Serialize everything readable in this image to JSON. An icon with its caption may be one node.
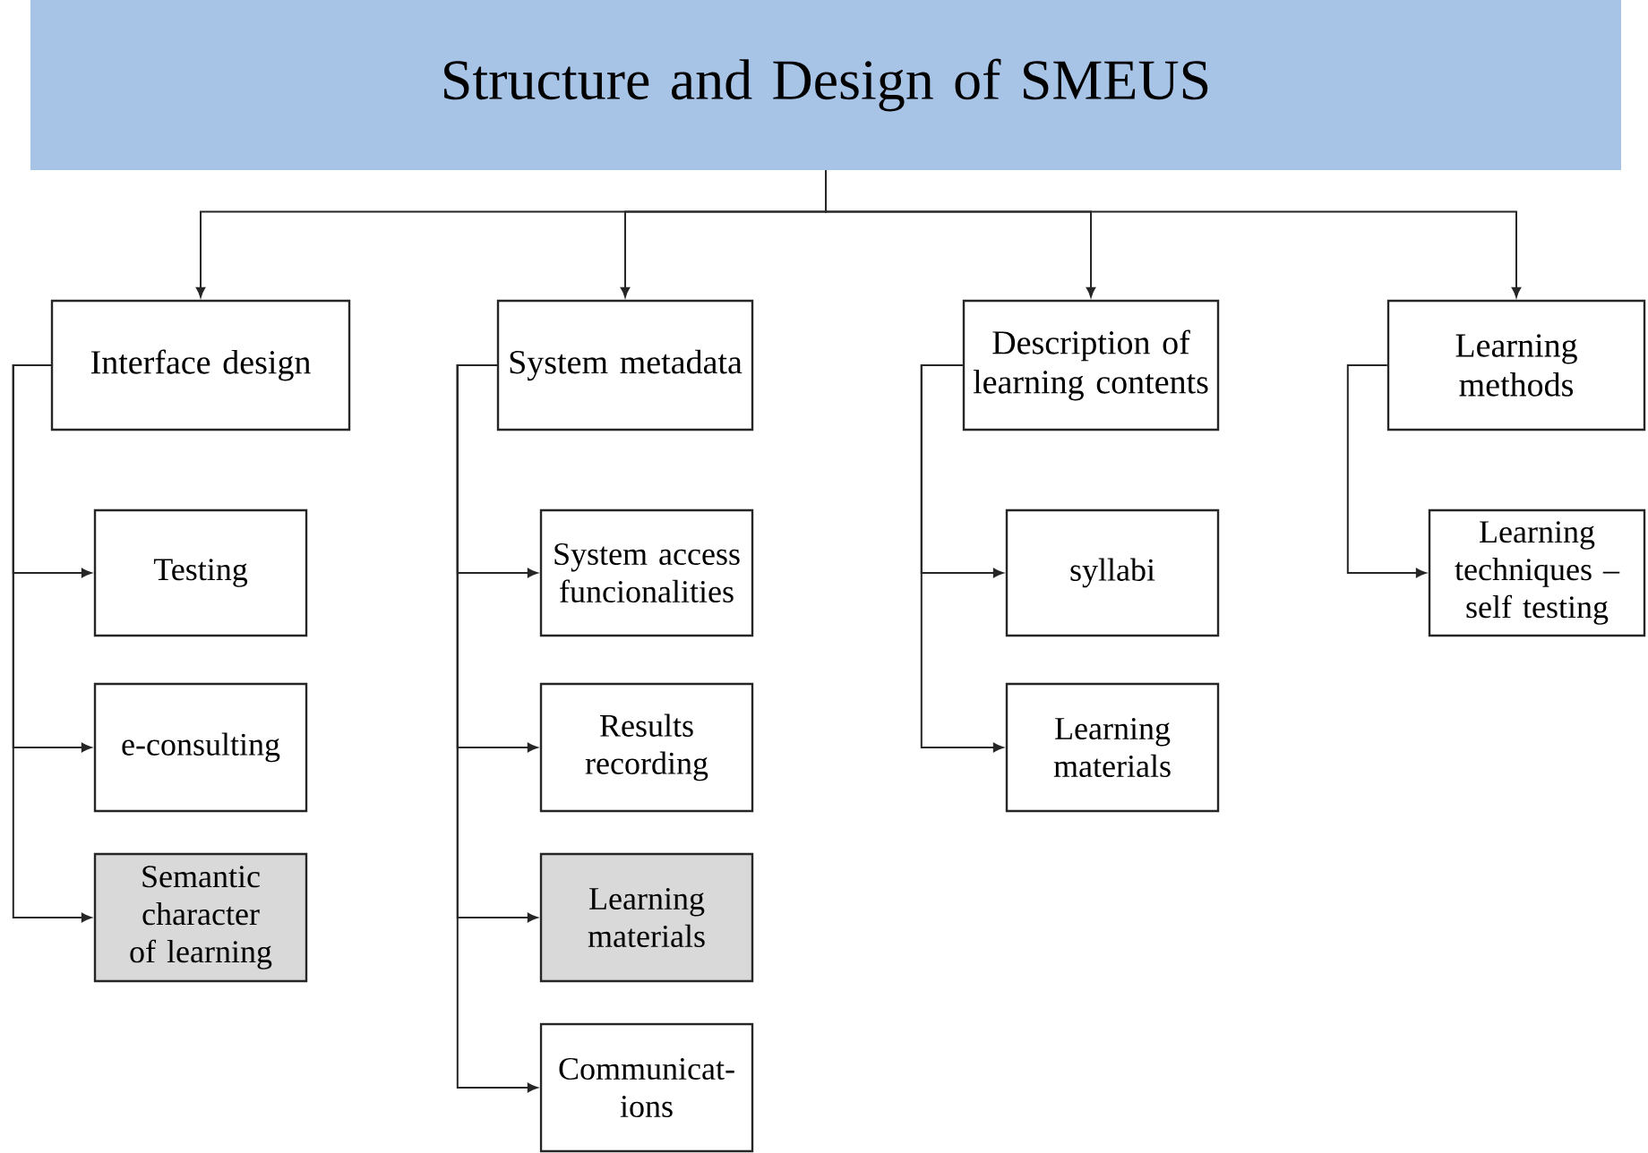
{
  "diagram": {
    "nodes": [
      {
        "text": [
          "Structure and Design of SMEUS"
        ]
      },
      {
        "text": [
          "Interface design"
        ]
      },
      {
        "text": [
          "System metadata"
        ]
      },
      {
        "text": [
          "Description of learning contents"
        ]
      },
      {
        "text": [
          "Learning methods"
        ]
      },
      {
        "text": [
          "Testing"
        ]
      },
      {
        "text": [
          "e-consulting"
        ]
      },
      {
        "text": [
          "Semantic character of learning"
        ]
      },
      {
        "text": [
          "System access funcionalities"
        ]
      },
      {
        "text": [
          "Results recording"
        ]
      },
      {
        "text": [
          "Learning materials"
        ]
      },
      {
        "text": [
          "Communicat- ions"
        ]
      },
      {
        "text": [
          "syllabi"
        ]
      },
      {
        "text": [
          "Learning materials"
        ]
      },
      {
        "text": [
          "Learning techniques – self testing"
        ]
      }
    ],
    "edges": [
      {
        "from": 0,
        "to": 1,
        "arrow": "to"
      },
      {
        "from": 0,
        "to": 2,
        "arrow": "to"
      },
      {
        "from": 0,
        "to": 3,
        "arrow": "to"
      },
      {
        "from": 0,
        "to": 4,
        "arrow": "to"
      },
      {
        "from": 1,
        "to": 5,
        "arrow": "to"
      },
      {
        "from": 1,
        "to": 6,
        "arrow": "to"
      },
      {
        "from": 1,
        "to": 7,
        "arrow": "to"
      },
      {
        "from": 2,
        "to": 8,
        "arrow": "to"
      },
      {
        "from": 2,
        "to": 9,
        "arrow": "to"
      },
      {
        "from": 2,
        "to": 10,
        "arrow": "to"
      },
      {
        "from": 2,
        "to": 11,
        "arrow": "to"
      },
      {
        "from": 3,
        "to": 12,
        "arrow": "to"
      },
      {
        "from": 3,
        "to": 13,
        "arrow": "to"
      },
      {
        "from": 4,
        "to": 14,
        "arrow": "to"
      }
    ]
  }
}
